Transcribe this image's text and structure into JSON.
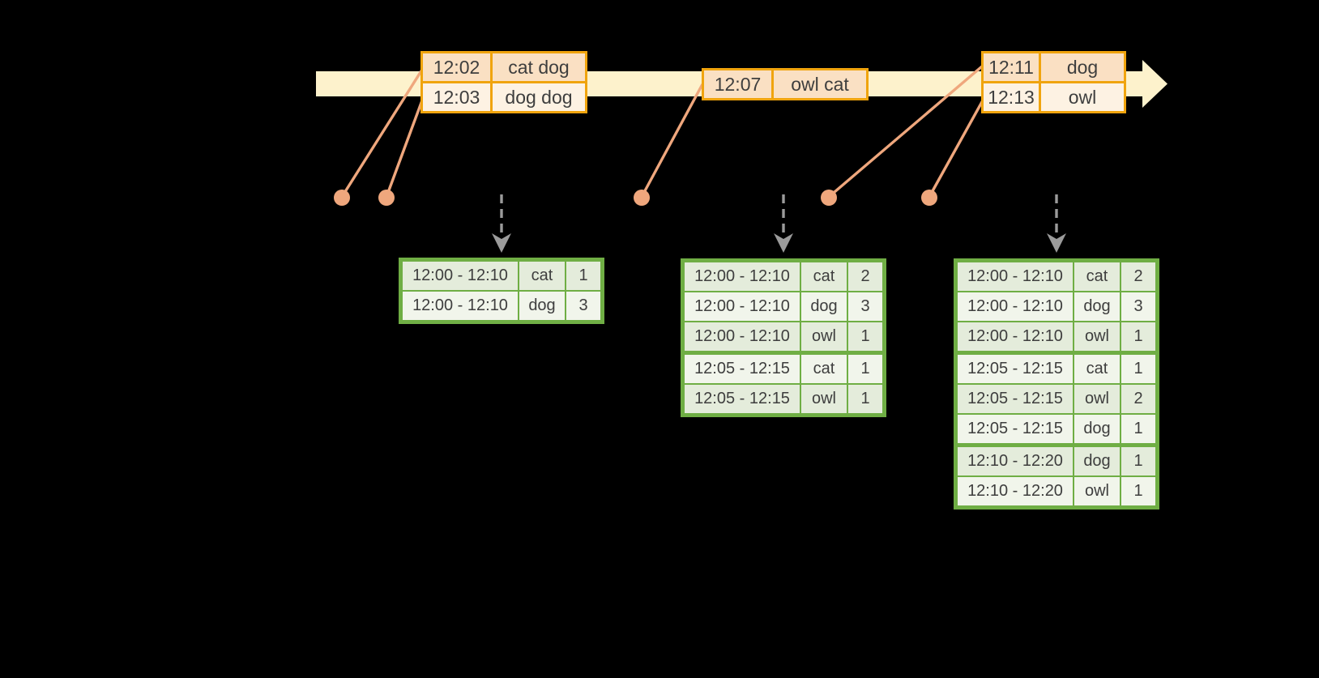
{
  "colors": {
    "background": "#000000",
    "timeline_band": "#fdf2cc",
    "event_table_border": "#f0a40e",
    "event_row_odd": "#fae0c3",
    "event_row_even": "#fdf2e3",
    "connector": "#efa77d",
    "trigger_arrow": "#9b9b9b",
    "result_table_border": "#6fae44",
    "result_row_odd": "#e4ecdb",
    "result_row_even": "#f1f5eb",
    "text": "#3e3e3e"
  },
  "event_tables": [
    {
      "rows": [
        [
          "12:02",
          "cat dog"
        ],
        [
          "12:03",
          "dog dog"
        ]
      ]
    },
    {
      "rows": [
        [
          "12:07",
          "owl cat"
        ]
      ]
    },
    {
      "rows": [
        [
          "12:11",
          "dog"
        ],
        [
          "12:13",
          "owl"
        ]
      ]
    }
  ],
  "result_tables": [
    {
      "rows": [
        [
          "12:00 - 12:10",
          "cat",
          "1"
        ],
        [
          "12:00 - 12:10",
          "dog",
          "3"
        ]
      ],
      "group_breaks": []
    },
    {
      "rows": [
        [
          "12:00 - 12:10",
          "cat",
          "2"
        ],
        [
          "12:00 - 12:10",
          "dog",
          "3"
        ],
        [
          "12:00 - 12:10",
          "owl",
          "1"
        ],
        [
          "12:05 - 12:15",
          "cat",
          "1"
        ],
        [
          "12:05 - 12:15",
          "owl",
          "1"
        ]
      ],
      "group_breaks": [
        3
      ]
    },
    {
      "rows": [
        [
          "12:00 - 12:10",
          "cat",
          "2"
        ],
        [
          "12:00 - 12:10",
          "dog",
          "3"
        ],
        [
          "12:00 - 12:10",
          "owl",
          "1"
        ],
        [
          "12:05 - 12:15",
          "cat",
          "1"
        ],
        [
          "12:05 - 12:15",
          "owl",
          "2"
        ],
        [
          "12:05 - 12:15",
          "dog",
          "1"
        ],
        [
          "12:10 - 12:20",
          "dog",
          "1"
        ],
        [
          "12:10 - 12:20",
          "owl",
          "1"
        ]
      ],
      "group_breaks": [
        3,
        6
      ]
    }
  ]
}
